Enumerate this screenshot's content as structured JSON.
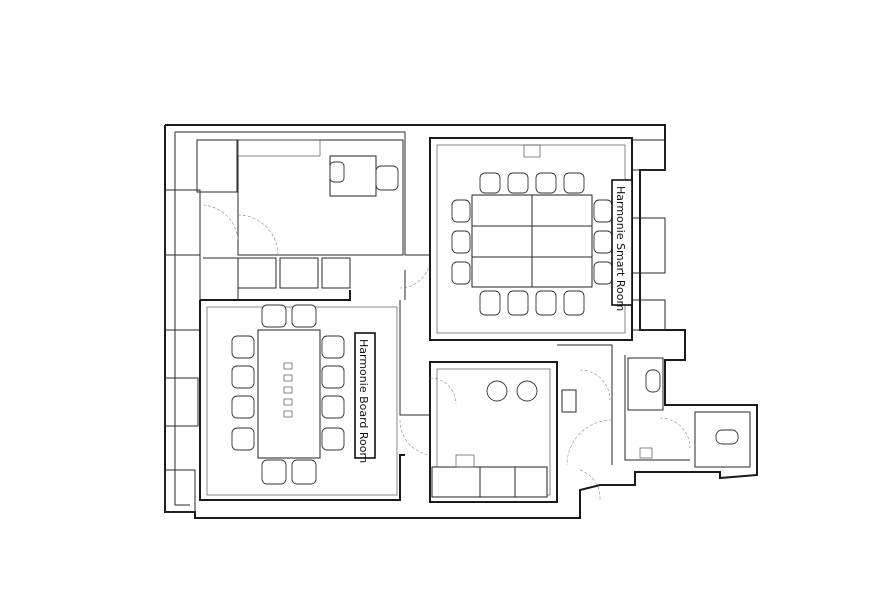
{
  "plan": {
    "rooms": [
      {
        "id": "smart",
        "label": "Harmonie Smart Room"
      },
      {
        "id": "board",
        "label": "Harmonie Board Room"
      }
    ]
  }
}
